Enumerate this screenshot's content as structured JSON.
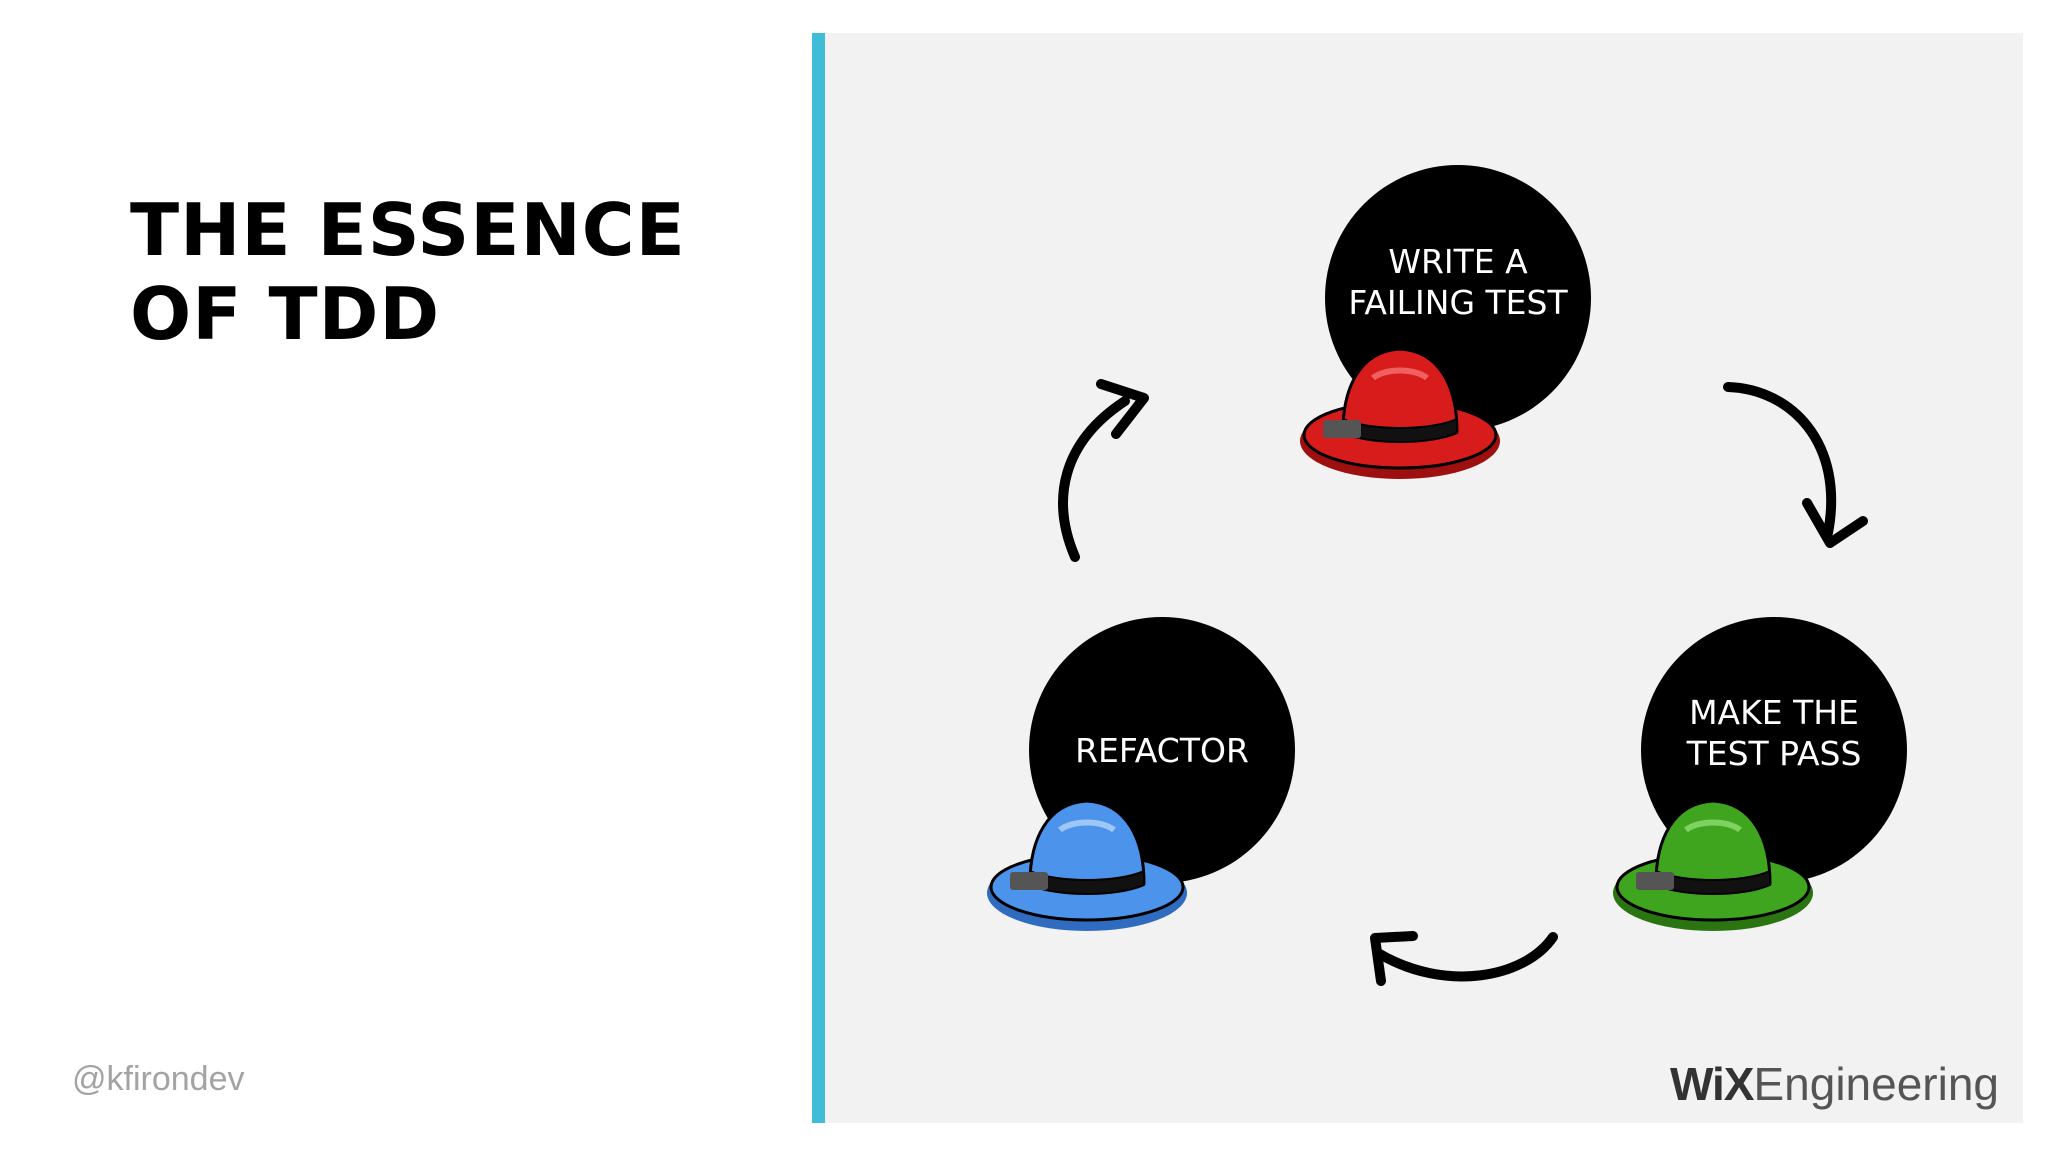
{
  "slide": {
    "title_line1": "THE ESSENCE",
    "title_line2": "OF TDD",
    "handle": "@kfirondev"
  },
  "diagram": {
    "stages": [
      {
        "line1": "WRITE A",
        "line2": "FAILING TEST",
        "hat_color": "#d81c1c",
        "hat_color_dark": "#9e0f0f"
      },
      {
        "line1": "MAKE THE",
        "line2": "TEST PASS",
        "hat_color": "#3fa51f",
        "hat_color_dark": "#2a7412"
      },
      {
        "line1": "REFACTOR",
        "line2": "",
        "hat_color": "#4c93ec",
        "hat_color_dark": "#2f6cc0"
      }
    ]
  },
  "brand": {
    "wix": "WiX",
    "engineering": "Engineering"
  },
  "colors": {
    "accent_bar": "#3ebcd8",
    "panel_bg": "#f2f2f2",
    "circle": "#000000"
  }
}
